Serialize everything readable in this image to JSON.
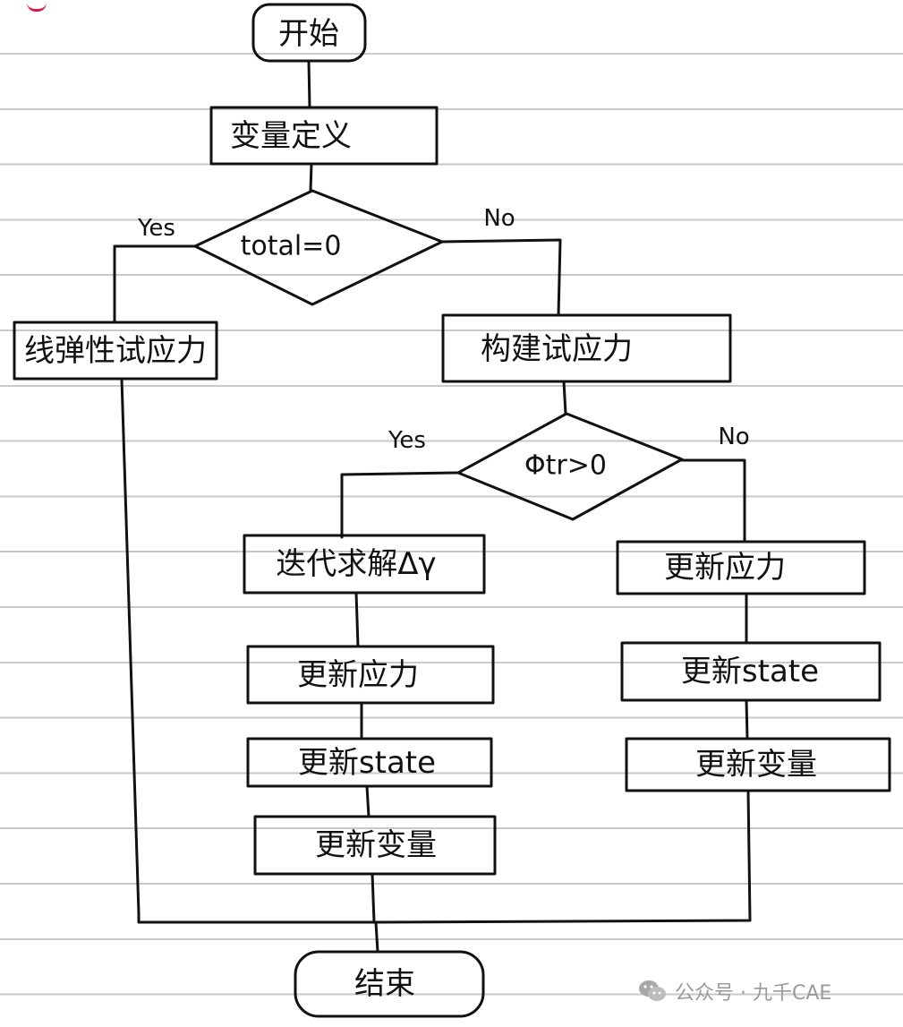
{
  "diagram": {
    "nodes": {
      "start": "开始",
      "define": "变量定义",
      "cond_total": "total=0",
      "linear_stress": "线弹性试应力",
      "trial_stress": "构建试应力",
      "cond_phi": "Φtr>0",
      "solve": "迭代求解Δγ",
      "l_update_stress": "更新应力",
      "l_update_state": "更新state",
      "l_update_var": "更新变量",
      "r_update_stress": "更新应力",
      "r_update_state": "更新state",
      "r_update_var": "更新变量",
      "end": "结束"
    },
    "branch_labels": {
      "total_yes": "Yes",
      "total_no": "No",
      "phi_yes": "Yes",
      "phi_no": "No"
    }
  },
  "watermark": {
    "text": "公众号 · 九千CAE",
    "icon": "wechat-icon"
  }
}
